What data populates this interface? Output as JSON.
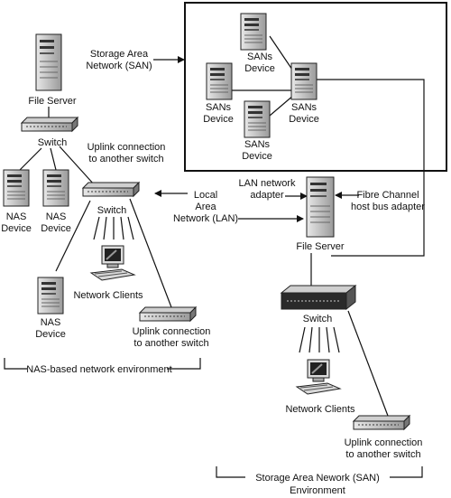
{
  "labels": {
    "file_server_top": "File Server",
    "san_label_1": "Storage Area",
    "san_label_2": "Network (SAN)",
    "sans_device": "SANs",
    "device": "Device",
    "switch": "Switch",
    "uplink_1": "Uplink connection",
    "uplink_2": "to another switch",
    "nas": "NAS",
    "local": "Local",
    "area": "Area",
    "network_lan": "Network (LAN)",
    "lan_adapter_1": "LAN network",
    "lan_adapter_2": "adapter",
    "fibre_1": "Fibre Channel",
    "fibre_2": "host bus adapter",
    "file_server_mid": "File Server",
    "network_clients": "Network Clients",
    "nas_env": "NAS-based network environment",
    "san_env_1": "Storage Area Nework (SAN)",
    "san_env_2": "Environment"
  }
}
